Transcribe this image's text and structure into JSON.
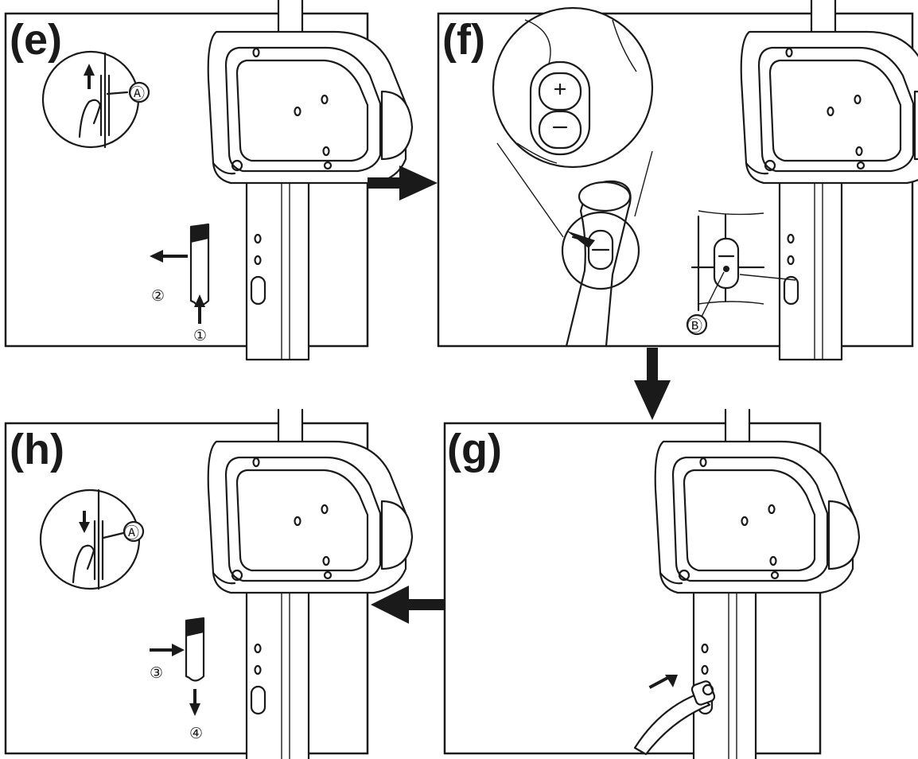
{
  "panels": {
    "e": {
      "label": "(e)",
      "callout_a": "Ⓐ",
      "step1": "①",
      "step2": "②"
    },
    "f": {
      "label": "(f)",
      "callout_b": "Ⓑ"
    },
    "g": {
      "label": "(g)"
    },
    "h": {
      "label": "(h)",
      "callout_a": "Ⓐ",
      "step3": "③",
      "step4": "④"
    }
  },
  "colors": {
    "ink": "#1a1a1a",
    "paper": "#ffffff"
  }
}
